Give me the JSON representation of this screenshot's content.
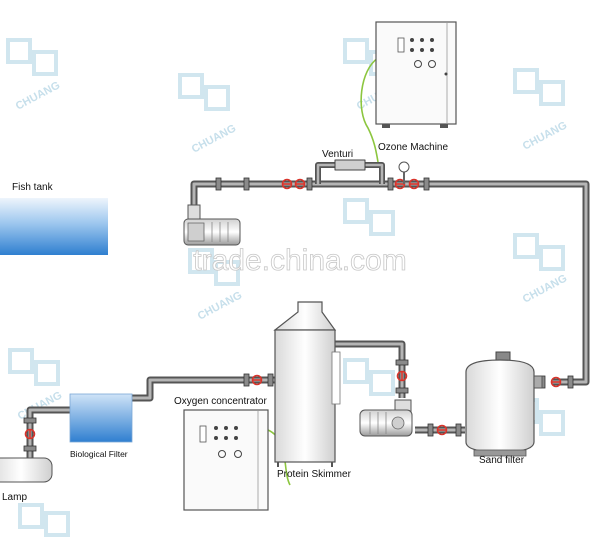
{
  "labels": {
    "ozone_machine": "Ozone Machine",
    "venturi": "Venturi",
    "fish_tank": "Fish tank",
    "oxygen_concentrator": "Oxygen concentrator",
    "biological_filter": "Biological Filter",
    "protein_skimmer": "Protein Skimmer",
    "sand_filter": "Sand filter",
    "lamp": "Lamp"
  },
  "watermark": {
    "site": "trade.china.com",
    "brand": "CHUANG"
  },
  "colors": {
    "pipe": "#555555",
    "pipe_fill": "#b5b5b5",
    "valve": "#d9342b",
    "air_line": "#8cc63f",
    "water_light": "#e6f1fb",
    "water_dark": "#2f7fd0",
    "watermark": "#b8d7e6"
  }
}
